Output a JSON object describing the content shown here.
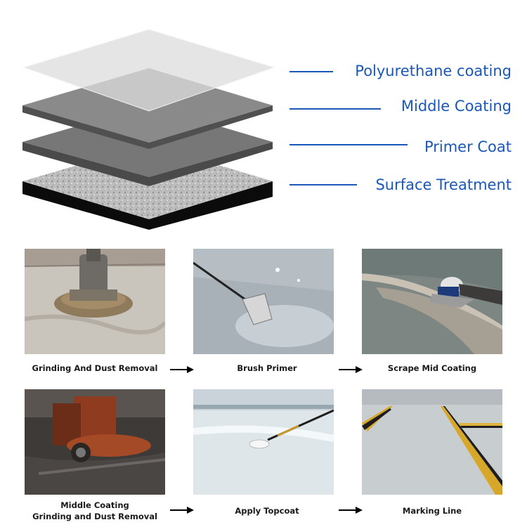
{
  "layers": [
    {
      "label": "Polyurethane coating"
    },
    {
      "label": "Middle Coating"
    },
    {
      "label": "Primer Coat"
    },
    {
      "label": "Surface Treatment"
    }
  ],
  "steps": [
    {
      "caption": [
        "Grinding And Dust Removal"
      ]
    },
    {
      "caption": [
        "Brush Primer"
      ]
    },
    {
      "caption": [
        "Scrape Mid Coating"
      ]
    },
    {
      "caption": [
        "Middle Coating",
        "Grinding and Dust Removal"
      ]
    },
    {
      "caption": [
        "Apply Topcoat"
      ]
    },
    {
      "caption": [
        "Marking Line"
      ]
    }
  ],
  "colors": {
    "label_blue": "#1b57b8",
    "caption_text": "#1a1a1a"
  },
  "icons": {
    "arrow": "right-arrow-icon"
  }
}
